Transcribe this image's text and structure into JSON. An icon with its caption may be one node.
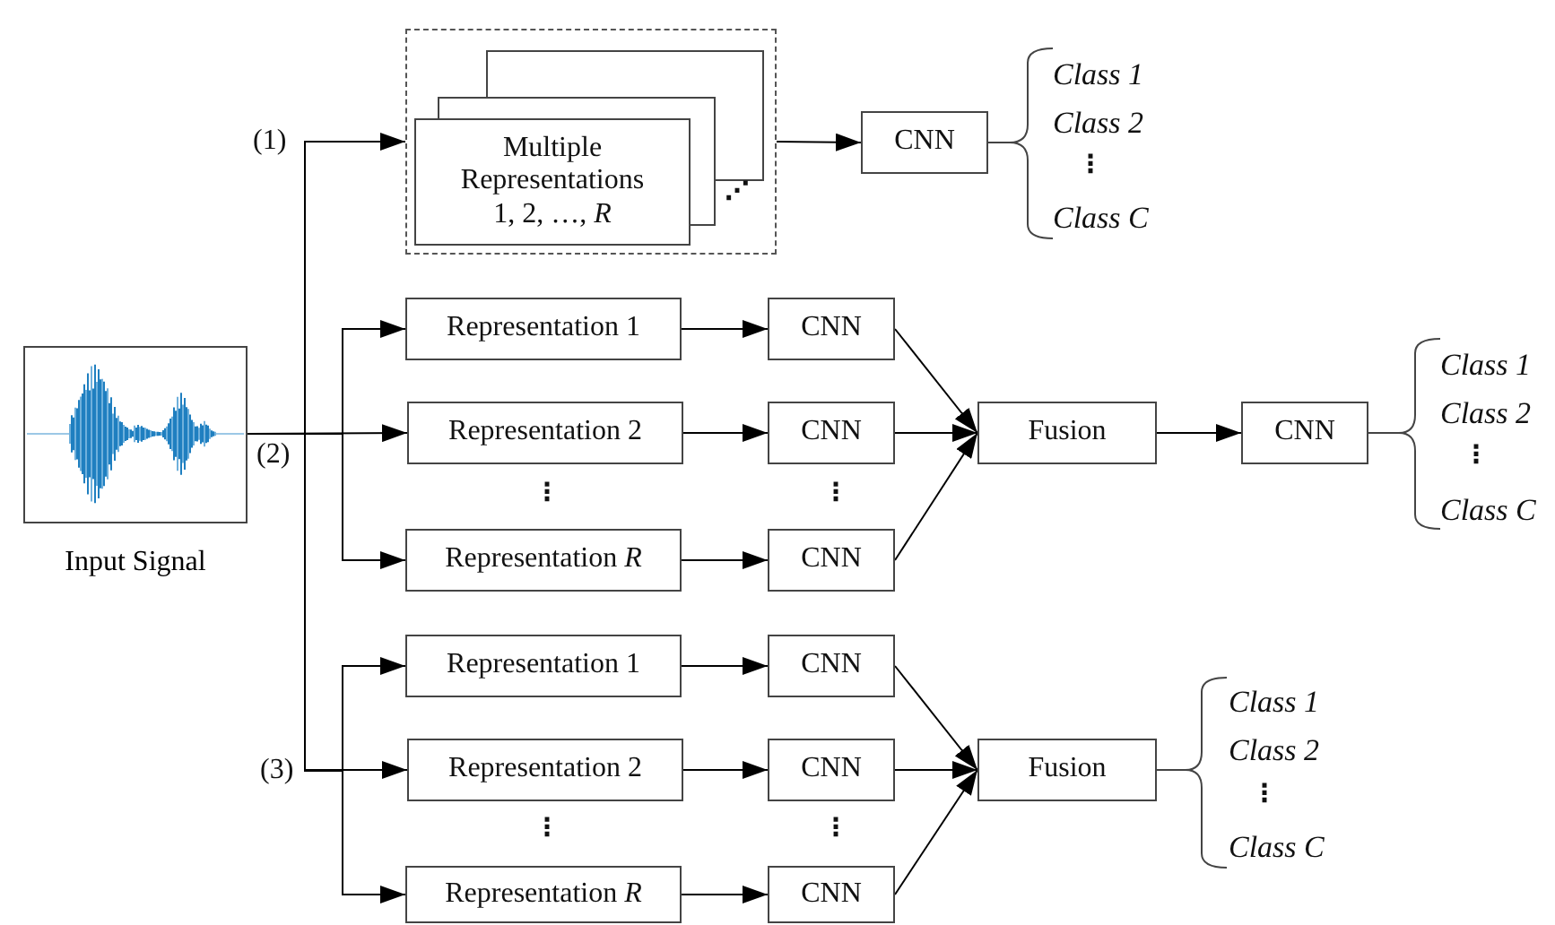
{
  "diagram": {
    "nodes": [
      {
        "text": [
          "Input Signal"
        ]
      },
      {
        "text": [],
        "shape": "box"
      },
      {
        "text": [
          "Multiple Representations 1, 2, …, *R*"
        ],
        "in": 1
      },
      {
        "text": [
          "CNN"
        ]
      },
      {
        "text": [
          "Representation 1"
        ]
      },
      {
        "text": [
          "Representation 2"
        ]
      },
      {
        "text": [
          "Representation *R*"
        ]
      },
      {
        "text": [
          "CNN"
        ]
      },
      {
        "text": [
          "CNN"
        ]
      },
      {
        "text": [
          "CNN"
        ]
      },
      {
        "text": [
          "Fusion"
        ]
      },
      {
        "text": [
          "CNN"
        ]
      },
      {
        "text": [
          "Representation 1"
        ]
      },
      {
        "text": [
          "Representation 2"
        ]
      },
      {
        "text": [
          "Representation *R*"
        ]
      },
      {
        "text": [
          "CNN"
        ]
      },
      {
        "text": [
          "CNN"
        ]
      },
      {
        "text": [
          "CNN"
        ]
      },
      {
        "text": [
          "Fusion"
        ]
      }
    ],
    "edges": [
      {
        "from": 0,
        "to": 1,
        "arrow": "to"
      },
      {
        "from": 1,
        "to": 3,
        "arrow": "to"
      },
      {
        "from": 0,
        "to": 4,
        "arrow": "to"
      },
      {
        "from": 0,
        "to": 5,
        "arrow": "to"
      },
      {
        "from": 0,
        "to": 6,
        "arrow": "to"
      },
      {
        "from": 0,
        "to": 12,
        "arrow": "to"
      },
      {
        "from": 0,
        "to": 13,
        "arrow": "to"
      },
      {
        "from": 0,
        "to": 14,
        "arrow": "to"
      },
      {
        "from": 4,
        "to": 7,
        "arrow": "to"
      },
      {
        "from": 5,
        "to": 8,
        "arrow": "to"
      },
      {
        "from": 6,
        "to": 9,
        "arrow": "to"
      },
      {
        "from": 7,
        "to": 10,
        "arrow": "to"
      },
      {
        "from": 8,
        "to": 10,
        "arrow": "to"
      },
      {
        "from": 9,
        "to": 10,
        "arrow": "to"
      },
      {
        "from": 10,
        "to": 11,
        "arrow": "to"
      },
      {
        "from": 12,
        "to": 15,
        "arrow": "to"
      },
      {
        "from": 13,
        "to": 16,
        "arrow": "to"
      },
      {
        "from": 14,
        "to": 17,
        "arrow": "to"
      },
      {
        "from": 15,
        "to": 18,
        "arrow": "to"
      },
      {
        "from": 16,
        "to": 18,
        "arrow": "to"
      },
      {
        "from": 17,
        "to": 18,
        "arrow": "to"
      }
    ],
    "labels": [
      "(1)",
      "⋰",
      "Class 1",
      "Class 2",
      "⋮",
      "Class C",
      "(2)",
      "Class 1",
      "Class 2",
      "⋮",
      "Class C",
      "⋮",
      "⋮",
      "Class 1",
      "Class 2",
      "(3)",
      "⋮",
      "⋮",
      "⋮",
      "Class C"
    ]
  }
}
